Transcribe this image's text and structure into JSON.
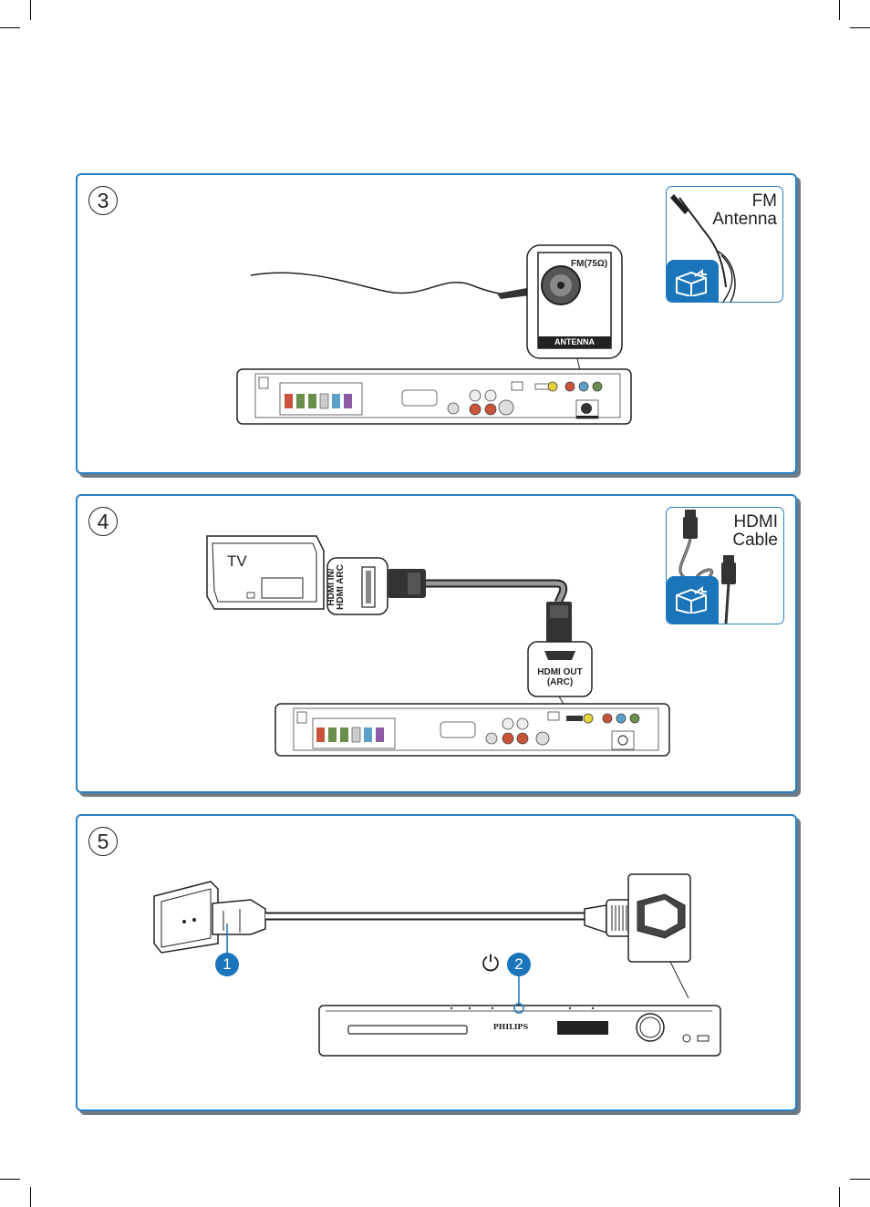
{
  "steps": [
    {
      "number": "3",
      "accessory_label_1": "FM",
      "accessory_label_2": "Antenna",
      "jack_label": "FM(75Ω)",
      "jack_panel_label": "ANTENNA"
    },
    {
      "number": "4",
      "accessory_label_1": "HDMI",
      "accessory_label_2": "Cable",
      "tv_label": "TV",
      "tv_port_label_1": "HDMI IN/",
      "tv_port_label_2": "HDMI ARC",
      "player_port_label_1": "HDMI OUT",
      "player_port_label_2": "(ARC)"
    },
    {
      "number": "5",
      "callout_1": "1",
      "callout_2": "2",
      "power_symbol": "⏻",
      "brand": "PHILIPS"
    }
  ],
  "colors": {
    "panel_border": "#2a7fc3",
    "callout_fill": "#1b75bb",
    "shadow": "#6d7b86"
  },
  "icons": [
    "open-box-icon",
    "power-icon"
  ]
}
